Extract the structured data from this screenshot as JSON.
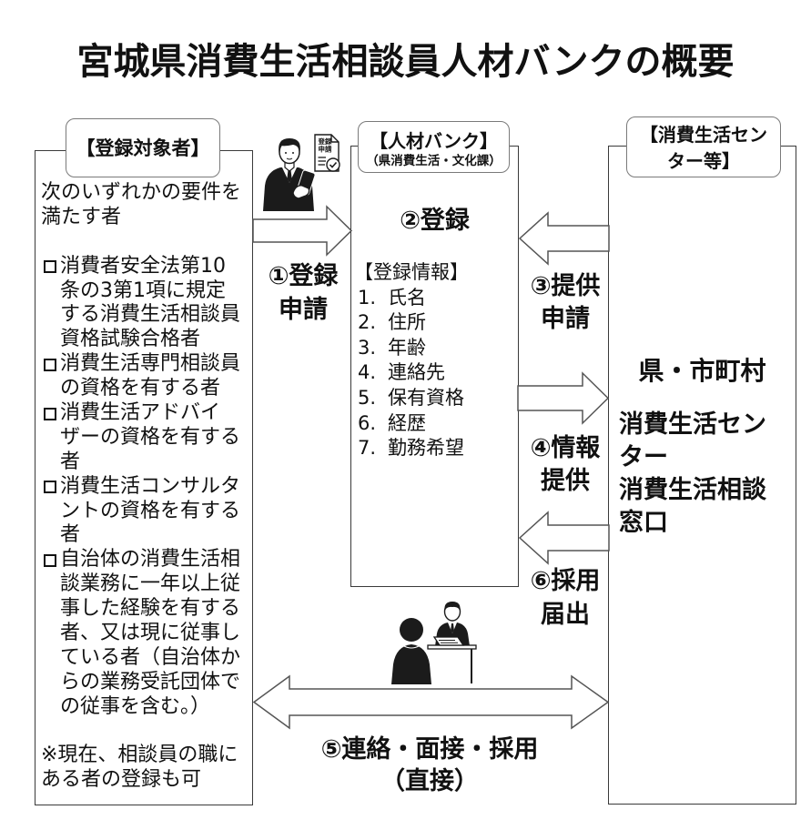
{
  "title": "宮城県消費生活相談員人材バンクの概要",
  "applicants": {
    "header": "【登録対象者】",
    "intro_lines": [
      "次のいずれかの要件を",
      "満たす者"
    ],
    "requirements": [
      [
        "消費者安全法第10",
        "条の3第1項に規定",
        "する消費生活相談員",
        "資格試験合格者"
      ],
      [
        "消費生活専門相談員",
        "の資格を有する者"
      ],
      [
        "消費生活アドバイ",
        "ザーの資格を有する",
        "者"
      ],
      [
        "消費生活コンサルタ",
        "ントの資格を有する",
        "者"
      ],
      [
        "自治体の消費生活相",
        "談業務に一年以上従",
        "事した経験を有する",
        "者、又は現に従事し",
        "ている者（自治体か",
        "らの業務受託団体で",
        "の従事を含む。）"
      ]
    ],
    "note_lines": [
      "※現在、相談員の職に",
      "ある者の登録も可"
    ]
  },
  "bank": {
    "header": "【人材バンク】",
    "subheader": "（県消費生活・文化課）",
    "action": "②登録",
    "info_title": "【登録情報】",
    "info_items": [
      {
        "num": "1.",
        "label": "氏名"
      },
      {
        "num": "2.",
        "label": "住所"
      },
      {
        "num": "3.",
        "label": "年齢"
      },
      {
        "num": "4.",
        "label": "連絡先"
      },
      {
        "num": "5.",
        "label": "保有資格"
      },
      {
        "num": "6.",
        "label": "経歴"
      },
      {
        "num": "7.",
        "label": "勤務希望"
      }
    ]
  },
  "centers": {
    "header_lines": [
      "【消費生活セン",
      "ター等】"
    ],
    "org_title": "県・市町村",
    "org_lines": [
      "消費生活セン",
      "ター",
      "消費生活相談",
      "窓口"
    ]
  },
  "flows": {
    "registration_application": [
      "①登録",
      "申請"
    ],
    "provision_request": [
      "③提供",
      "申請"
    ],
    "information_provision": [
      "④情報",
      "提供"
    ],
    "contact_interview_hiring": [
      "⑤連絡・面接・採用",
      "（直接）"
    ],
    "hiring_report": [
      "⑥採用",
      "届出"
    ]
  },
  "icons": {
    "applicant": "person-with-smartphone-icon",
    "application_document": "application-document-icon",
    "application_document_label": [
      "登録",
      "申請"
    ],
    "bullet": "checkbox-icon",
    "interview": "interview-icon"
  }
}
